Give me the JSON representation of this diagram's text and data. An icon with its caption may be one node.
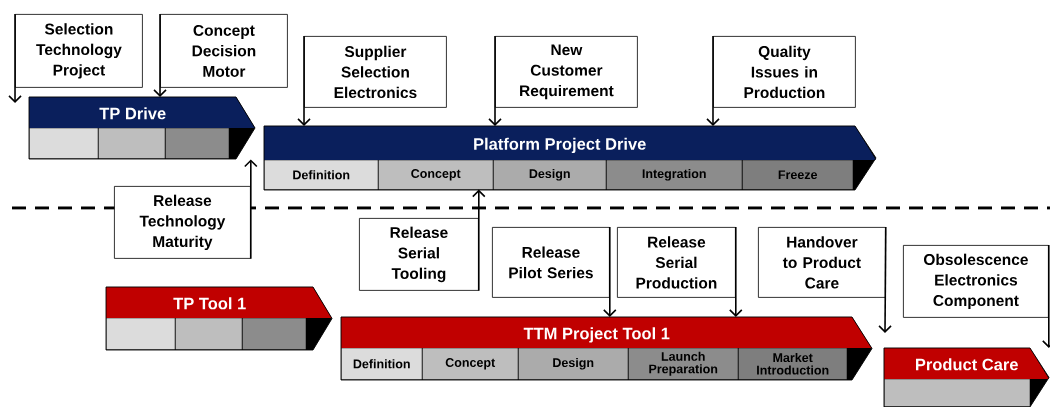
{
  "diagram": {
    "nodes": [
      {
        "text": [
          "Selection Technology Project"
        ]
      },
      {
        "text": [
          "Concept Decision Motor"
        ]
      },
      {
        "text": [
          "Supplier Selection Electronics"
        ]
      },
      {
        "text": [
          "New Customer Requirement"
        ]
      },
      {
        "text": [
          "Quality Issues in Production"
        ]
      },
      {
        "text": [
          "TP Drive"
        ]
      },
      {
        "text": [],
        "shape": "box",
        "in": 5
      },
      {
        "text": [],
        "shape": "box",
        "in": 5
      },
      {
        "text": [],
        "shape": "box",
        "in": 5
      },
      {
        "text": [
          "Platform Project Drive"
        ]
      },
      {
        "text": [
          "Definition"
        ],
        "in": 9
      },
      {
        "text": [
          "Concept"
        ],
        "in": 9
      },
      {
        "text": [
          "Design"
        ],
        "in": 9
      },
      {
        "text": [
          "Integration"
        ],
        "in": 9
      },
      {
        "text": [
          "Freeze"
        ],
        "in": 9
      },
      {
        "text": [
          "Release Technology Maturity"
        ]
      },
      {
        "text": [
          "Release Serial Tooling"
        ]
      },
      {
        "text": [
          "Release Pilot Series"
        ]
      },
      {
        "text": [
          "Release Serial Production"
        ]
      },
      {
        "text": [
          "Handover to Product Care"
        ]
      },
      {
        "text": [
          "Obsolescence Electronics Component"
        ]
      },
      {
        "text": [
          "TP Tool 1"
        ]
      },
      {
        "text": [],
        "shape": "box",
        "in": 21
      },
      {
        "text": [],
        "shape": "box",
        "in": 21
      },
      {
        "text": [],
        "shape": "box",
        "in": 21
      },
      {
        "text": [
          "TTM Project Tool 1"
        ]
      },
      {
        "text": [
          "Definition"
        ],
        "in": 25
      },
      {
        "text": [
          "Concept"
        ],
        "in": 25
      },
      {
        "text": [
          "Design"
        ],
        "in": 25
      },
      {
        "text": [
          "Launch Preparation"
        ],
        "in": 25
      },
      {
        "text": [
          "Market Introduction"
        ],
        "in": 25
      },
      {
        "text": [
          "Product Care"
        ]
      },
      {
        "text": [],
        "shape": "box",
        "in": 31
      }
    ],
    "edges": [
      {
        "from": 0,
        "to": null,
        "arrow": "to"
      },
      {
        "from": 1,
        "to": 5,
        "arrow": "to"
      },
      {
        "from": 2,
        "to": 9,
        "arrow": "to"
      },
      {
        "from": 3,
        "to": 9,
        "arrow": "to"
      },
      {
        "from": 4,
        "to": 9,
        "arrow": "to"
      },
      {
        "from": 15,
        "to": 5,
        "arrow": "to"
      },
      {
        "from": 16,
        "to": 11,
        "arrow": "to"
      },
      {
        "from": 17,
        "to": 25,
        "arrow": "to"
      },
      {
        "from": 18,
        "to": 25,
        "arrow": "to"
      },
      {
        "from": 19,
        "to": null,
        "arrow": "to"
      },
      {
        "from": 20,
        "to": 31,
        "arrow": "to"
      }
    ]
  }
}
